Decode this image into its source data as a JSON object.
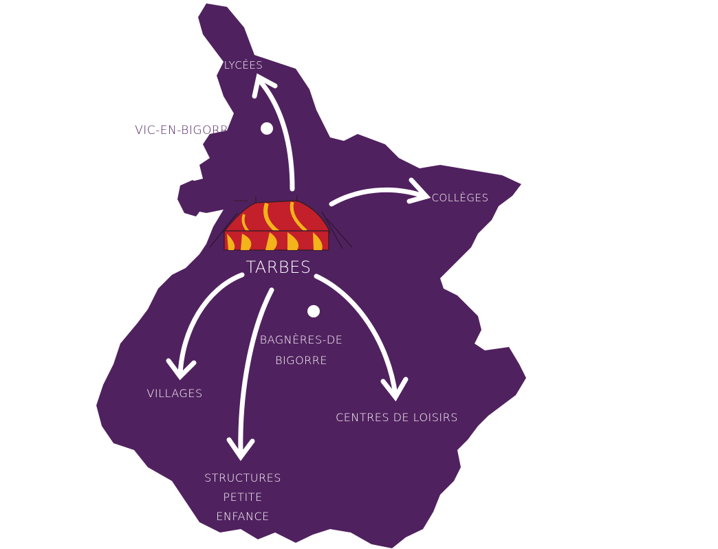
{
  "map": {
    "region_color": "#50215f",
    "arrow_color": "#ffffff",
    "accent_red": "#c3202b",
    "accent_yellow": "#f3b31b"
  },
  "labels": {
    "center": "TARBES",
    "lycees": "LYCÉES",
    "vic": "VIC-EN-BIGORRE",
    "colleges": "COLLÈGES",
    "bagneres_1": "BAGNÈRES-DE",
    "bagneres_2": "BIGORRE",
    "villages": "VILLAGES",
    "centres": "CENTRES DE LOISIRS",
    "structures_1": "STRUCTURES",
    "structures_2": "PETITE",
    "structures_3": "ENFANCE"
  },
  "icons": {
    "tent": "circus-tent-icon",
    "town_marker": "town-dot-icon"
  }
}
